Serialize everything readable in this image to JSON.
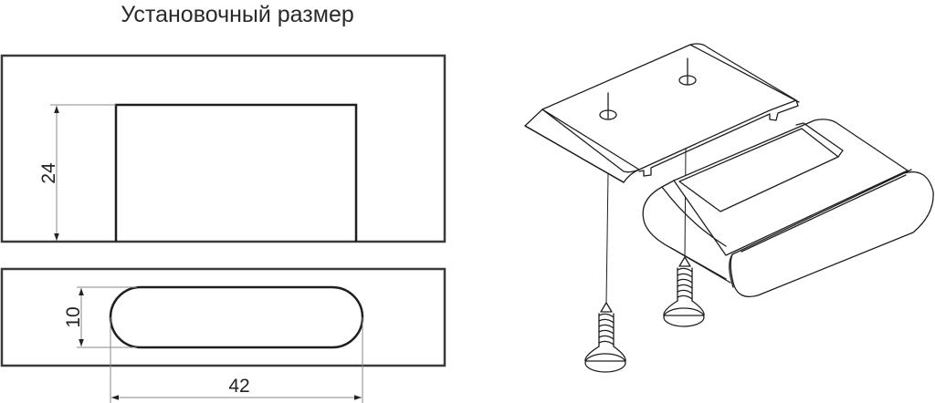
{
  "title": "Установочный размер",
  "dimensions": {
    "height_top_view": "24",
    "slot_height": "10",
    "slot_width": "42"
  },
  "colors": {
    "stroke": "#2b2b2b",
    "dim_line": "#8a8a8a",
    "background": "#ffffff"
  }
}
